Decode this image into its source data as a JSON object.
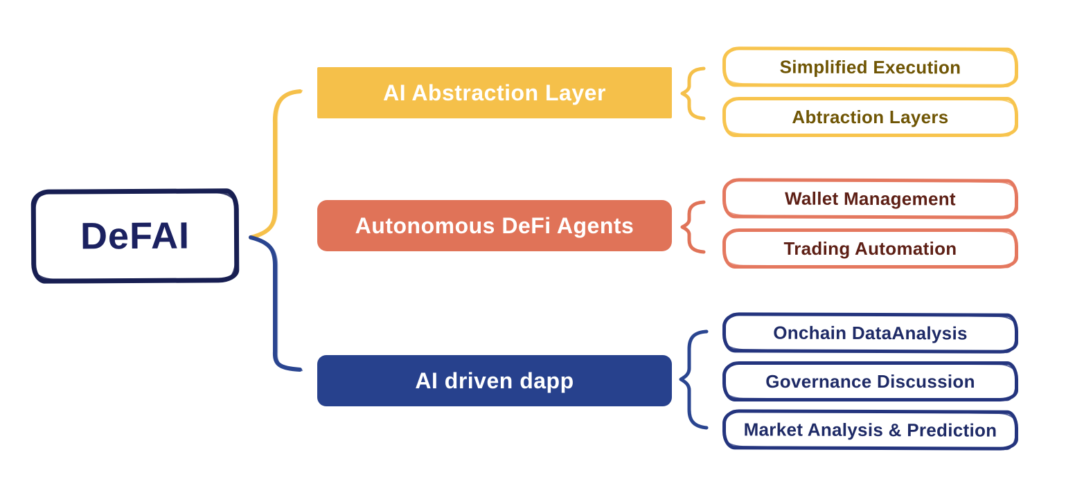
{
  "root": {
    "label": "DeFAI"
  },
  "branches": [
    {
      "label": "AI Abstraction Layer",
      "children": [
        "Simplified Execution",
        "Abtraction Layers"
      ]
    },
    {
      "label": "Autonomous DeFi Agents",
      "children": [
        "Wallet Management",
        "Trading Automation"
      ]
    },
    {
      "label": "AI driven dapp",
      "children": [
        "Onchain DataAnalysis",
        "Governance Discussion",
        "Market Analysis & Prediction"
      ]
    }
  ],
  "colors": {
    "yellow": "#f5c04a",
    "yellow_border": "#f7c44e",
    "olive_text": "#6f5504",
    "coral": "#e07358",
    "coral_border": "#e4785f",
    "maroon_text": "#5d1f15",
    "navy": "#27418d",
    "navy_border": "#24357e",
    "navy_text": "#1e2a66",
    "dark_navy": "#181f52",
    "brace_blue": "#2a4590"
  }
}
